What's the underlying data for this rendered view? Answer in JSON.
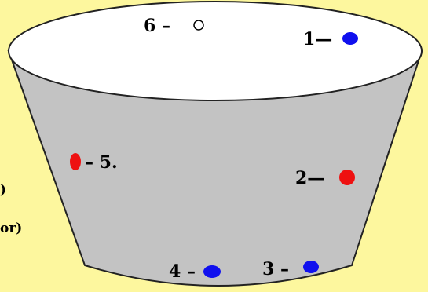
{
  "points": [
    {
      "id": "1",
      "label": "1—",
      "color": "#1010ee"
    },
    {
      "id": "2",
      "label": "2—",
      "color": "#ee1111"
    },
    {
      "id": "3",
      "label": "3 –",
      "color": "#1010ee"
    },
    {
      "id": "4",
      "label": "4 –",
      "color": "#1010ee"
    },
    {
      "id": "5",
      "label": "– 5.",
      "color": "#ee1111"
    },
    {
      "id": "6",
      "label": "6 –",
      "color": "#ffffff"
    }
  ],
  "clipped_text": [
    ")",
    "or)"
  ],
  "colors": {
    "background": "#fdf79e",
    "bowl_side": "#c3c3c3",
    "bowl_rim": "#ffffff",
    "outline": "#222222"
  }
}
